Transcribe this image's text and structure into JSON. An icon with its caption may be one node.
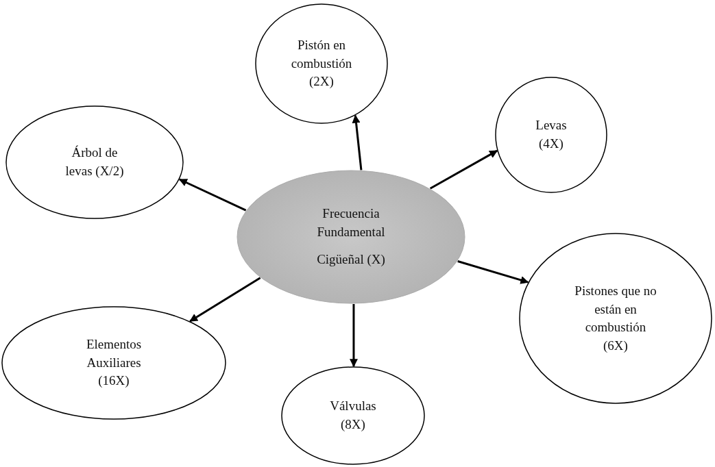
{
  "diagram": {
    "nodes": [
      {
        "text": [
          "Pistón en combustión (2X)"
        ]
      },
      {
        "text": [
          "Árbol de levas (X/2)"
        ]
      },
      {
        "text": [
          "Levas (4X)"
        ]
      },
      {
        "text": [
          "Frecuencia Fundamental",
          "Cigüeñal (X)"
        ]
      },
      {
        "text": [
          "Pistones que no están en combustión (6X)"
        ]
      },
      {
        "text": [
          "Elementos Auxiliares (16X)"
        ]
      },
      {
        "text": [
          "Válvulas (8X)"
        ]
      }
    ],
    "edges": [
      {
        "from": 3,
        "to": 0,
        "arrow": "to"
      },
      {
        "from": 3,
        "to": 1,
        "arrow": "to"
      },
      {
        "from": 3,
        "to": 2,
        "arrow": "to"
      },
      {
        "from": 3,
        "to": 4,
        "arrow": "to"
      },
      {
        "from": 3,
        "to": 5,
        "arrow": "to"
      },
      {
        "from": 3,
        "to": 6,
        "arrow": "to"
      }
    ]
  }
}
